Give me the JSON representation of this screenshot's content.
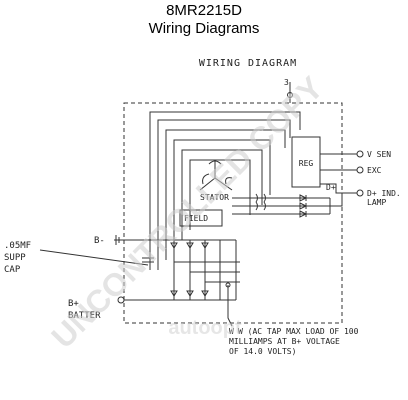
{
  "header": {
    "title": "8MR2215D",
    "subtitle": "Wiring Diagrams"
  },
  "diagram": {
    "heading": "WIRING DIAGRAM",
    "terminal_top": "3",
    "terminal_w_side": "W",
    "regulator": "REG",
    "stator": "STATOR",
    "field": "FIELD",
    "outputs": {
      "v_sen": "V SEN",
      "exc": "EXC",
      "d_plus_inner": "D+",
      "d_plus_ind": "D+ IND.",
      "lamp": "LAMP"
    },
    "left": {
      "b_minus": "B-",
      "cap_1": ".05MF",
      "cap_2": "SUPP",
      "cap_3": "CAP",
      "b_plus": "B+",
      "battery": "BATTER"
    },
    "note": {
      "line1": "W (AC TAP MAX LOAD OF 100",
      "line2": "MILLIAMPS AT B+ VOLTAGE",
      "line3": "OF 14.0 VOLTS)"
    }
  },
  "watermark": {
    "text": "UNCONTROLLED COPY",
    "brand": "autoopt"
  }
}
